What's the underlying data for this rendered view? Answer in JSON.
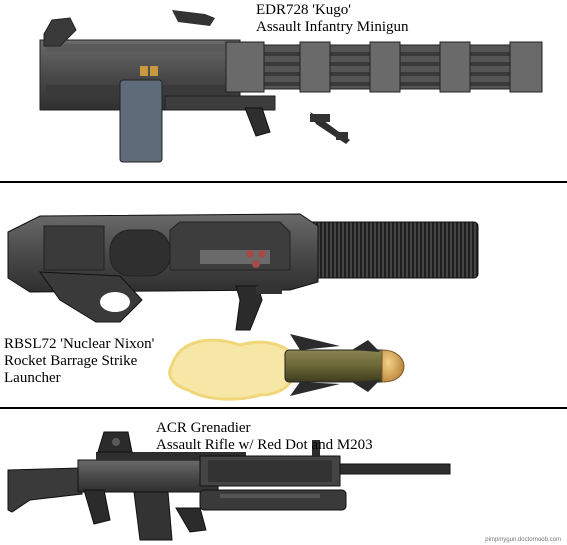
{
  "weapons": [
    {
      "name": "EDR728 'Kugo'",
      "type": "Assault Infantry Minigun"
    },
    {
      "name": "RBSL72 'Nuclear Nixon'",
      "type": "Rocket Barrage Strike",
      "type2": "Launcher"
    },
    {
      "name": "ACR Grenadier",
      "type": "Assault Rifle w/ Red Dot and M203"
    }
  ],
  "watermark": "pimpmygun.doctornoob.com",
  "colors": {
    "metal": "#4a4a4a",
    "dark": "#2b2b2b",
    "mag": "#5f6b78",
    "rocket": "#6e6a3a",
    "flame": "#f6e7a6"
  }
}
